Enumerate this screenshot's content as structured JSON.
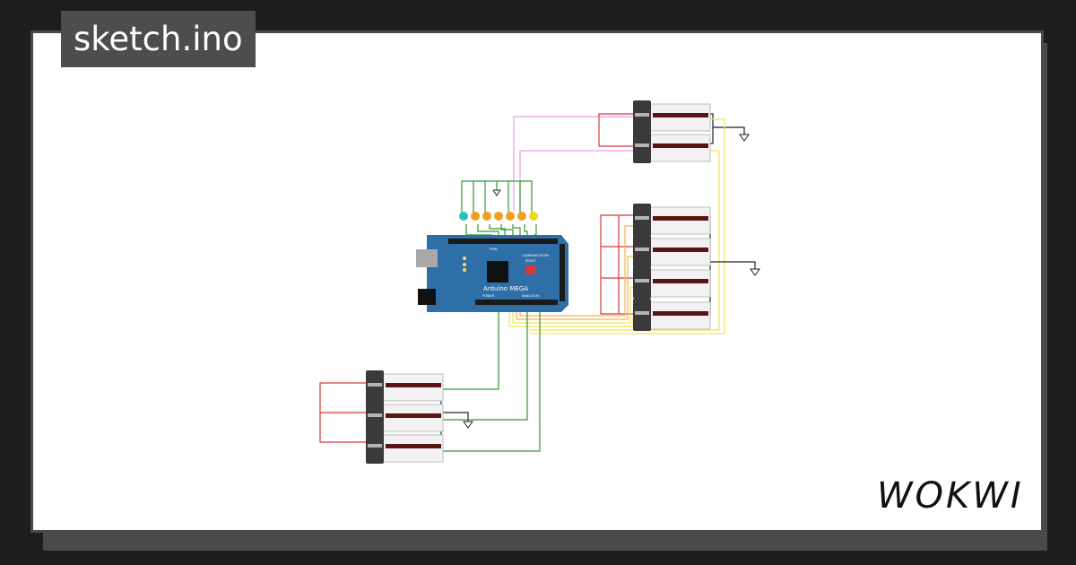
{
  "header": {
    "title": "sketch.ino"
  },
  "board": {
    "label": "Arduino MEGA",
    "silk_pwm": "PWM",
    "silk_communication": "COMMUNICATION",
    "silk_power": "POWER",
    "silk_analog": "ANALOG IN",
    "silk_reset": "RESET"
  },
  "brand": {
    "name": "WOKWI"
  },
  "colors": {
    "board": "#2f6fa8",
    "wire_green": "#2e9a2e",
    "wire_red": "#d43a3a",
    "wire_yellow": "#f1e35c",
    "wire_orange": "#f0b458",
    "wire_pink": "#e79ee0",
    "wire_black": "#222222",
    "led_cyan": "#27c2c0",
    "led_orange": "#f0a020",
    "led_yellow": "#e8d820"
  },
  "leds": [
    {
      "color": "cyan"
    },
    {
      "color": "orange"
    },
    {
      "color": "orange"
    },
    {
      "color": "orange"
    },
    {
      "color": "orange"
    },
    {
      "color": "orange"
    },
    {
      "color": "yellow"
    }
  ]
}
